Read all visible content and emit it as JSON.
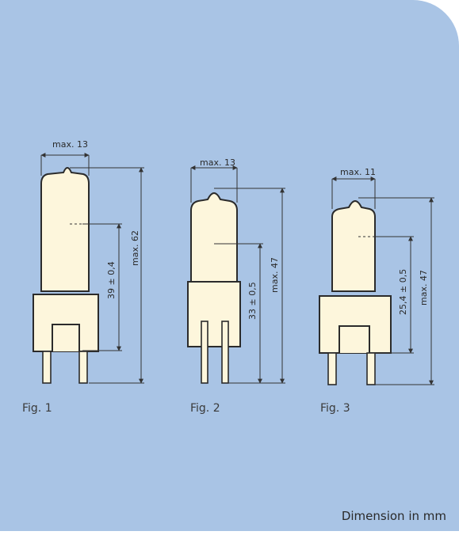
{
  "figures": [
    {
      "caption": "Fig. 1",
      "width_label": "max. 13",
      "inner_label": "39 ± 0,4",
      "outer_label": "max. 62"
    },
    {
      "caption": "Fig. 2",
      "width_label": "max. 13",
      "inner_label": "33 ± 0,5",
      "outer_label": "max. 47"
    },
    {
      "caption": "Fig. 3",
      "width_label": "max. 11",
      "inner_label": "25,4 ± 0,5",
      "outer_label": "max. 47"
    }
  ],
  "footer": "Dimension in mm"
}
